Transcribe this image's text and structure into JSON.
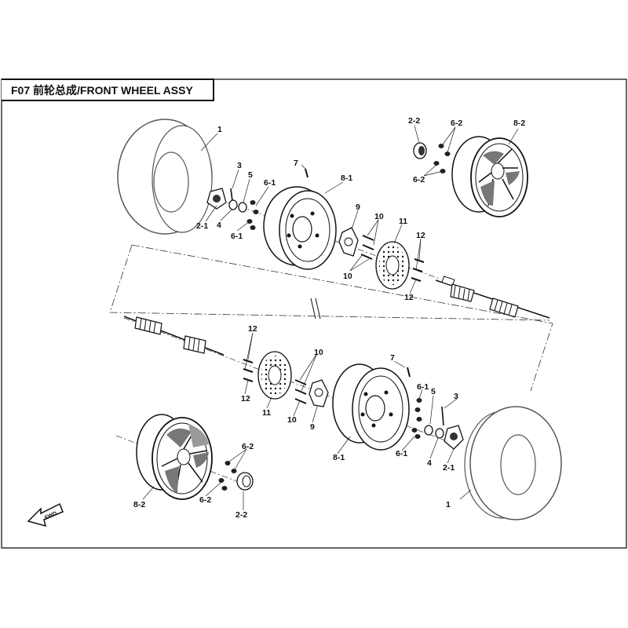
{
  "title": "F07 前轮总成/FRONT WHEEL ASSY",
  "direction_marker": "FWD",
  "callouts": {
    "tire_top": "1",
    "tire_bottom": "1",
    "hub_top": "2-1",
    "hub_bottom": "2-1",
    "cap_top": "2-2",
    "cap_bottom": "2-2",
    "stud_top": "3",
    "stud_bottom": "3",
    "washer_top": "4",
    "washer_bottom": "4",
    "nut_top": "5",
    "nut_bottom": "5",
    "lug_top_a": "6-1",
    "lug_top_b": "6-1",
    "lug_bottom_a": "6-1",
    "lug_bottom_b": "6-1",
    "alloy_nut_top_a": "6-2",
    "alloy_nut_top_b": "6-2",
    "alloy_nut_bottom_a": "6-2",
    "alloy_nut_bottom_b": "6-2",
    "valve_top": "7",
    "valve_bottom": "7",
    "rim_top": "8-1",
    "rim_bottom": "8-1",
    "alloy_rim_top": "8-2",
    "alloy_rim_bottom": "8-2",
    "carrier_top": "9",
    "carrier_bottom": "9",
    "bolt_top_a": "10",
    "bolt_top_b": "10",
    "bolt_bottom_a": "10",
    "bolt_bottom_b": "10",
    "disc_top": "11",
    "disc_bottom": "11",
    "screw_top_a": "12",
    "screw_top_b": "12",
    "screw_bottom_a": "12",
    "screw_bottom_b": "12"
  }
}
